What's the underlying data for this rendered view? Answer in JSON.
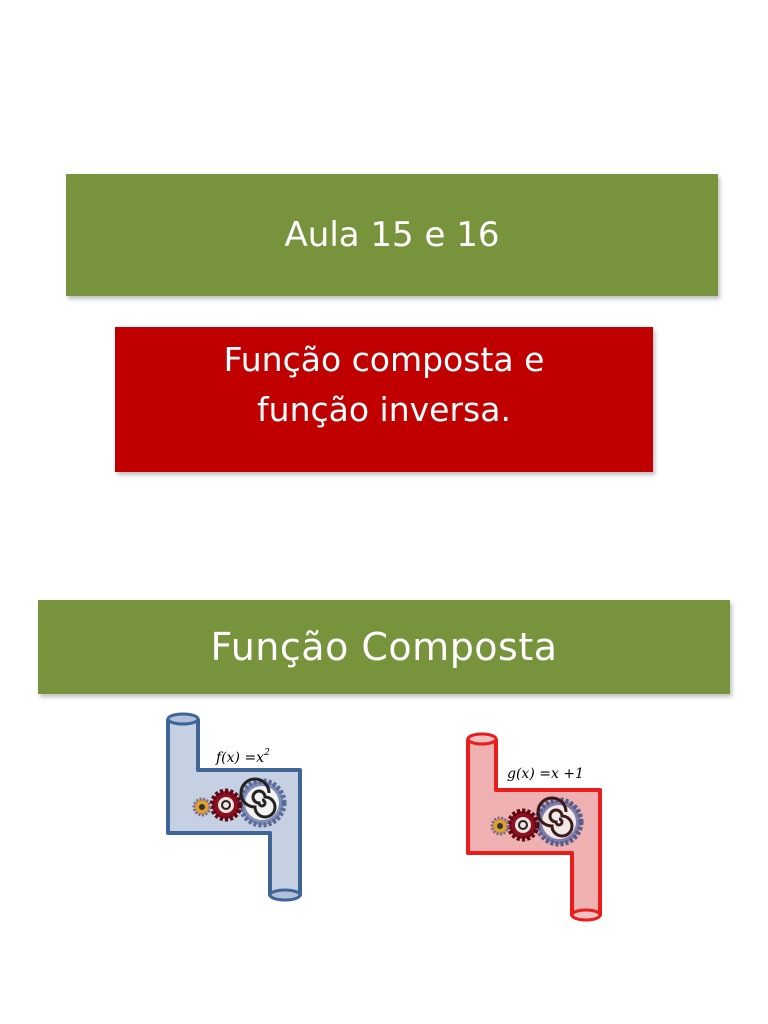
{
  "slide1": {
    "title": "Aula 15 e 16",
    "subtitle_line1": "Função composta e",
    "subtitle_line2": "função inversa."
  },
  "slide2": {
    "heading": "Função Composta",
    "machine_f": {
      "formula": "f(x) = x²",
      "color": "#4a6fa5",
      "fill": "#c5d0e2"
    },
    "machine_g": {
      "formula": "g(x) = x + 1",
      "color": "#e8141b",
      "fill": "#eeb0b0"
    }
  },
  "colors": {
    "green": "#77933c",
    "red": "#c00000"
  }
}
